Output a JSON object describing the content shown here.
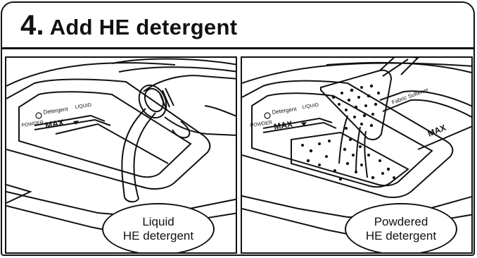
{
  "header": {
    "step_number": "4.",
    "title": "Add HE detergent"
  },
  "left_panel": {
    "caption_line1": "Liquid",
    "caption_line2": "HE detergent",
    "dispenser_label": "Detergent",
    "dispenser_label_liquid": "LIQUID",
    "dispenser_label_powder": "POWDER",
    "max_label": "MAX"
  },
  "right_panel": {
    "caption_line1": "Powdered",
    "caption_line2": "HE detergent",
    "dispenser_label": "Detergent",
    "dispenser_label_liquid": "LIQUID",
    "dispenser_label_powder": "POWDER",
    "max_label": "MAX",
    "softener_label": "Fabric Softener",
    "softener_max_label": "MAX"
  },
  "colors": {
    "line": "#111111",
    "background": "#ffffff"
  }
}
